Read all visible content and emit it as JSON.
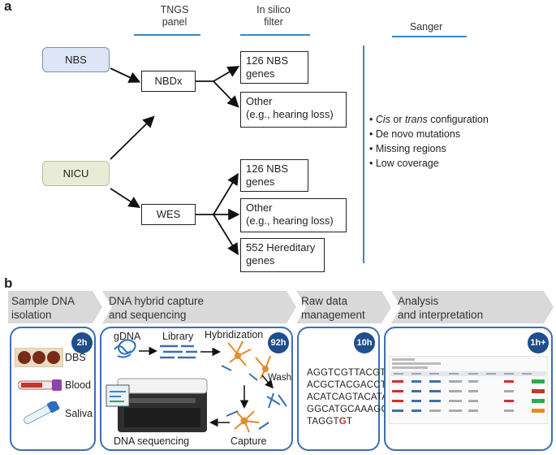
{
  "panel_a": {
    "letter": "a",
    "headers": {
      "tngs": "TNGS\npanel",
      "insilico": "In silico\nfilter",
      "sanger": "Sanger"
    },
    "inputs": {
      "nbs": "NBS",
      "nicu": "NICU"
    },
    "methods": {
      "nbdx": "NBDx",
      "wes": "WES"
    },
    "filters_nbdx": [
      "126 NBS\ngenes",
      "Other\n(e.g., hearing loss)"
    ],
    "filters_wes": [
      "126 NBS\ngenes",
      "Other\n(e.g., hearing loss)",
      "552 Hereditary\ngenes"
    ],
    "sanger_bullets": {
      "b1_em1": "Cis",
      "b1_mid": " or ",
      "b1_em2": "trans",
      "b1_rest": " configuration",
      "b2": "De novo mutations",
      "b3": "Missing regions",
      "b4": "Low coverage"
    },
    "colors": {
      "nbs_fill": "#dde6f7",
      "nicu_fill": "#e8ecd6",
      "accent": "#3d85c6"
    }
  },
  "panel_b": {
    "letter": "b",
    "steps": [
      {
        "label": "Sample DNA\nisolation",
        "time": "2h"
      },
      {
        "label": "DNA hybrid capture\nand sequencing",
        "time": "92h"
      },
      {
        "label": "Raw data\nmanagement",
        "time": "10h"
      },
      {
        "label": "Analysis\nand interpretation",
        "time": "1h+"
      }
    ],
    "samples": [
      "DBS",
      "Blood",
      "Saliva"
    ],
    "capture_labels": {
      "gdna": "gDNA",
      "library": "Library",
      "hybridization": "Hybridization",
      "wash": "Wash",
      "capture": "Capture",
      "sequencing": "DNA sequencing"
    },
    "sequence": {
      "line1": "AGGTCGTTACGT",
      "line2": "ACGCTACGACCT",
      "line3": "ACATCAGTACATA",
      "line4": "GGCATGCAAAGC",
      "line5_pre": "TAGGT",
      "line5_red": "G",
      "line5_post": "T"
    },
    "colors": {
      "panel_border": "#3d6fb0",
      "badge": "#1f4e8c",
      "variant": "#d0302a"
    }
  }
}
